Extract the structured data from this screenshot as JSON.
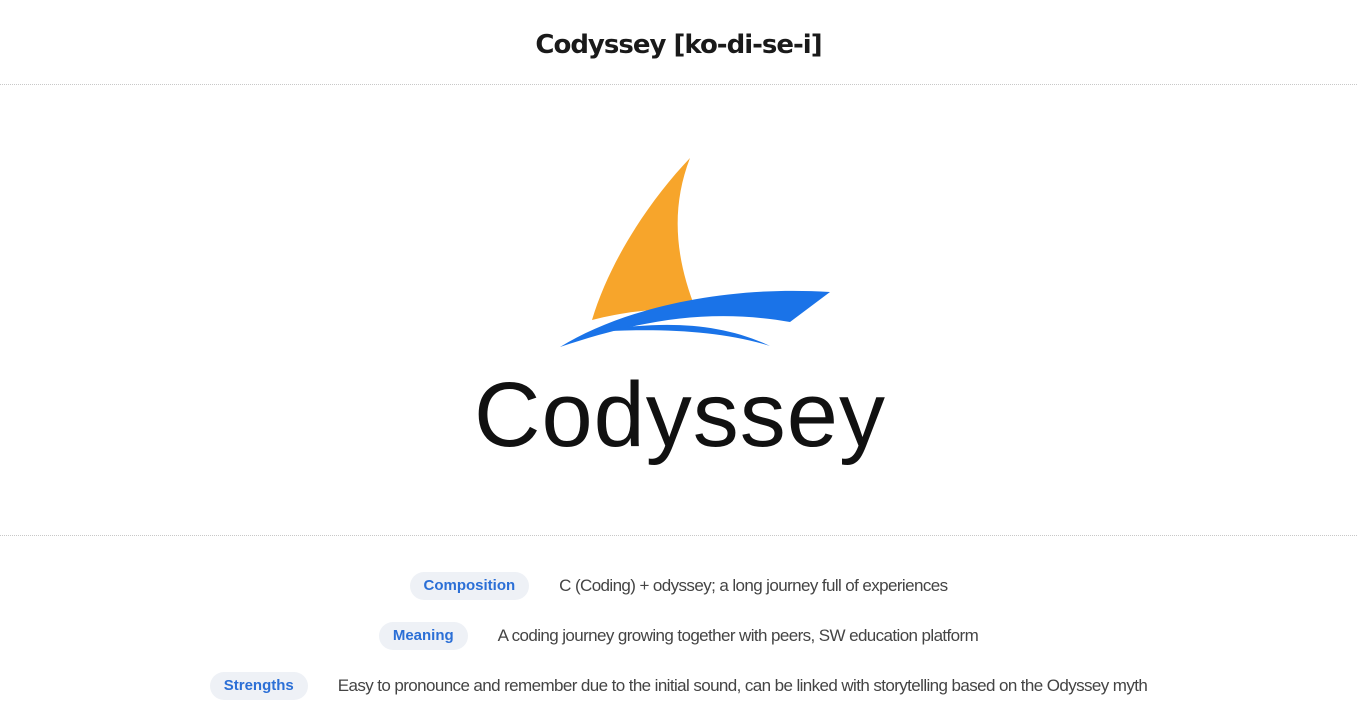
{
  "page": {
    "title": "Codyssey [ko-di-se-i]"
  },
  "logo": {
    "wordmark": "Codyssey",
    "colors": {
      "sail": "#F7A52B",
      "wave": "#1A73E8",
      "wordmark": "#111111"
    }
  },
  "info": [
    {
      "label": "Composition",
      "text": "C (Coding) + odyssey; a long journey full of experiences"
    },
    {
      "label": "Meaning",
      "text": "A coding journey growing together with peers, SW education platform"
    },
    {
      "label": "Strengths",
      "text": "Easy to pronounce and remember due to the initial sound, can be linked with storytelling based on the Odyssey myth"
    }
  ],
  "colors": {
    "pill_bg": "#EEF1F6",
    "pill_text": "#2B6FD6",
    "divider": "#C8C8C8"
  }
}
